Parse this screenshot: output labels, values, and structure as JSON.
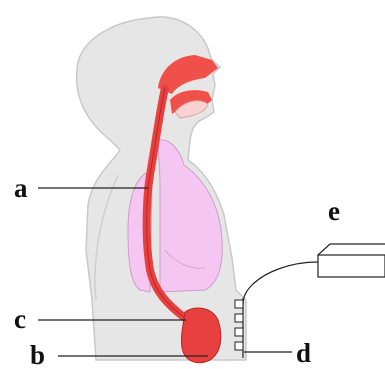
{
  "diagram": {
    "labels": {
      "a": "a",
      "b": "b",
      "c": "c",
      "d": "d",
      "e": "e"
    },
    "colors": {
      "body_fill": "#e6e6e6",
      "body_outline": "#c9c9c9",
      "cavity_red": "#f0504a",
      "tract_red": "#e8403f",
      "lung_pink": "#f6c6f2",
      "lung_outline": "#cc9ccc",
      "leader_line": "#222222",
      "device_outline": "#222222"
    }
  }
}
